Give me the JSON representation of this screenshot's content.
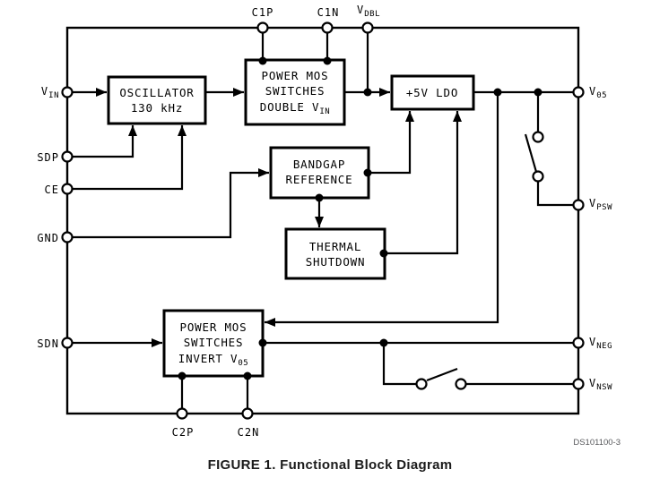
{
  "figure": {
    "caption": "FIGURE 1. Functional Block Diagram",
    "code": "DS101100-3"
  },
  "colors": {
    "line": "#000000",
    "caption_text": "#1b1b1b",
    "code_text": "#57585b",
    "background": "#ffffff"
  },
  "blocks": {
    "oscillator": {
      "lines": [
        "OSCILLATOR",
        "130 kHz"
      ]
    },
    "double_switches": {
      "lines": [
        "POWER MOS",
        "SWITCHES"
      ],
      "line3_base": "DOUBLE V",
      "line3_sub": "IN"
    },
    "ldo": {
      "label": "+5V LDO"
    },
    "bandgap": {
      "lines": [
        "BANDGAP",
        "REFERENCE"
      ]
    },
    "thermal": {
      "lines": [
        "THERMAL",
        "SHUTDOWN"
      ]
    },
    "invert_switches": {
      "lines": [
        "POWER MOS",
        "SWITCHES"
      ],
      "line3_base": "INVERT V",
      "line3_sub": "05"
    }
  },
  "pins": {
    "c1p": "C1P",
    "c1n": "C1N",
    "vdbl": {
      "base": "V",
      "sub": "DBL"
    },
    "vin": {
      "base": "V",
      "sub": "IN"
    },
    "sdp": "SDP",
    "ce": "CE",
    "gnd": "GND",
    "sdn": "SDN",
    "v05": {
      "base": "V",
      "sub": "05"
    },
    "vpsw": {
      "base": "V",
      "sub": "PSW"
    },
    "vneg": {
      "base": "V",
      "sub": "NEG"
    },
    "vnsw": {
      "base": "V",
      "sub": "NSW"
    },
    "c2p": "C2P",
    "c2n": "C2N"
  }
}
